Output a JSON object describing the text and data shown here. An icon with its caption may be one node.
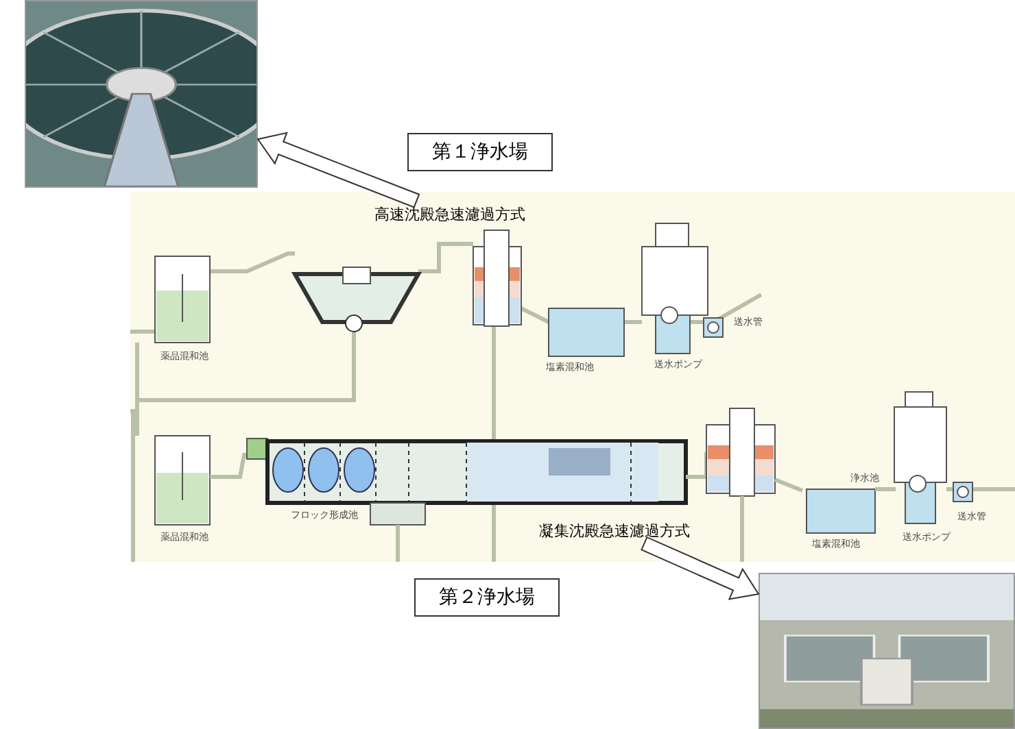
{
  "diagram": {
    "nodes": [
      {
        "text": [
          "第１浄水場"
        ]
      },
      {
        "text": [
          "高速沈殿急速濾過方式"
        ]
      },
      {
        "text": [],
        "shape": "picture"
      },
      {
        "text": [
          "第２浄水場"
        ]
      },
      {
        "text": [
          "凝集沈殿急速濾過方式"
        ]
      },
      {
        "text": [],
        "shape": "picture"
      }
    ],
    "edges": [
      {
        "from": 1,
        "to": 2,
        "arrow": "to"
      },
      {
        "from": 4,
        "to": 5,
        "arrow": "to"
      }
    ],
    "labels": [
      "送水管",
      "薬品混和池",
      "塩素混和池",
      "送水ポンプ",
      "浄水池",
      "フロック形成池",
      "薬品混和池",
      "塩素混和池",
      "送水ポンプ",
      "送水管"
    ]
  }
}
